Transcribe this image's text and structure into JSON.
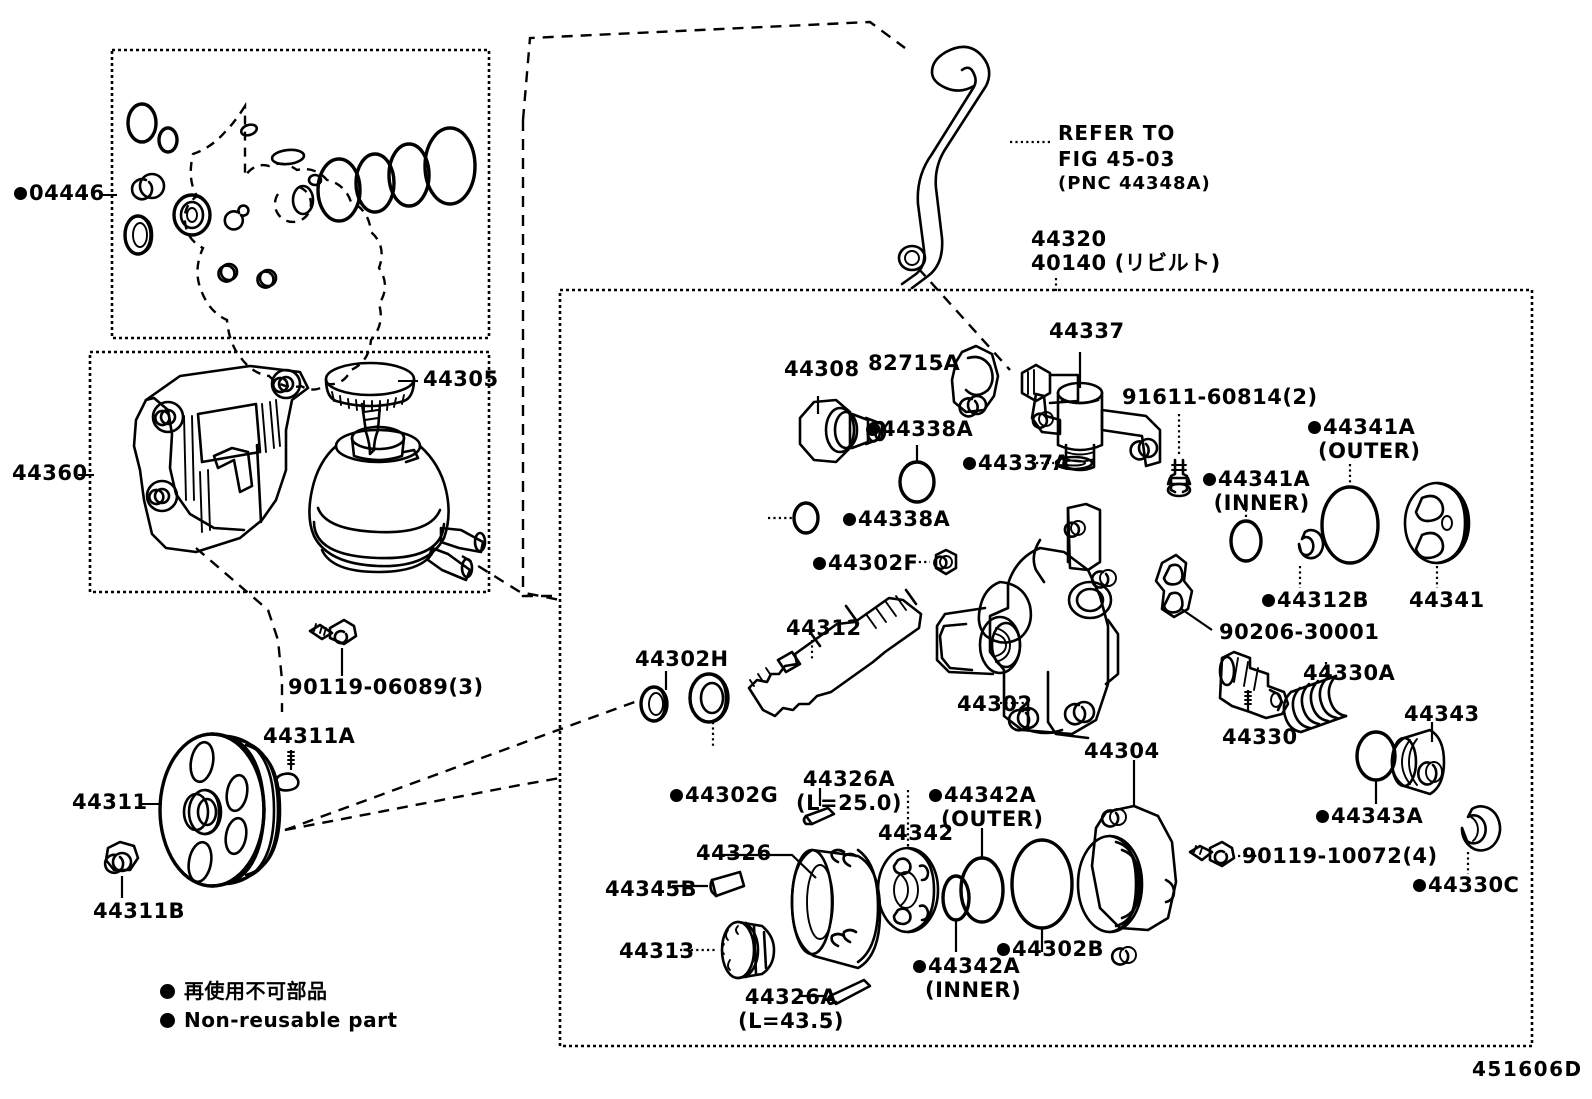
{
  "diagram": {
    "figure_code": "451606D",
    "title": "Vane Pump & Reservoir (Power Steering)"
  },
  "legend": {
    "japanese": "再使用不可部品",
    "english": "Non-reusable part",
    "marker": "filled-circle"
  },
  "callouts": {
    "seal_kit": "04446",
    "bracket_assy": "44360",
    "reservoir_cap": "44305",
    "bracket_bolt": "90119-06089(3)",
    "pulley": "44311",
    "pulley_key": "44311A",
    "pulley_nut": "44311B",
    "hose_ref_line1": "REFER TO",
    "hose_ref_line2": "FIG 45-03",
    "hose_ref_line3": "(PNC 44348A)",
    "pump_assy_1": "44320",
    "pump_assy_2": "40140",
    "pump_assy_2_note": "(リビルト)",
    "pressure_switch": "44308",
    "clamp": "82715A",
    "connector": "44337",
    "connector_oring": "44337A",
    "union_bolt": "91611-60814(2)",
    "oring_44338a_top": "44338A",
    "oring_44338a_bot": "44338A",
    "oring_44302f": "44302F",
    "oil_seal_outer": "44341A",
    "oil_seal_outer_note": "(OUTER)",
    "oil_seal_inner": "44341A",
    "oil_seal_inner_note": "(INNER)",
    "snap_ring": "44312B",
    "end_cover": "44341",
    "pin": "90206-30001",
    "housing": "44302",
    "shaft": "44312",
    "oil_seal_44302h": "44302H",
    "oring_44302g": "44302G",
    "flow_valve": "44330",
    "valve_spring": "44330A",
    "valve_cap": "44343",
    "valve_cap_oring": "44343A",
    "valve_clip": "44330C",
    "housing_bolt": "90119-10072(4)",
    "cam_ring": "44326",
    "cam_pin_long": "44326A",
    "cam_pin_long_note": "(L=25.0)",
    "cam_pin_short": "44326A",
    "cam_pin_short_note": "(L=43.5)",
    "vane_plate": "44345B",
    "rotor": "44313",
    "side_plate": "44342",
    "plate_oring_outer": "44342A",
    "plate_oring_outer_note": "(OUTER)",
    "plate_oring_inner": "44342A",
    "plate_oring_inner_note": "(INNER)",
    "rear_oring": "44302B",
    "rear_housing": "44304"
  }
}
